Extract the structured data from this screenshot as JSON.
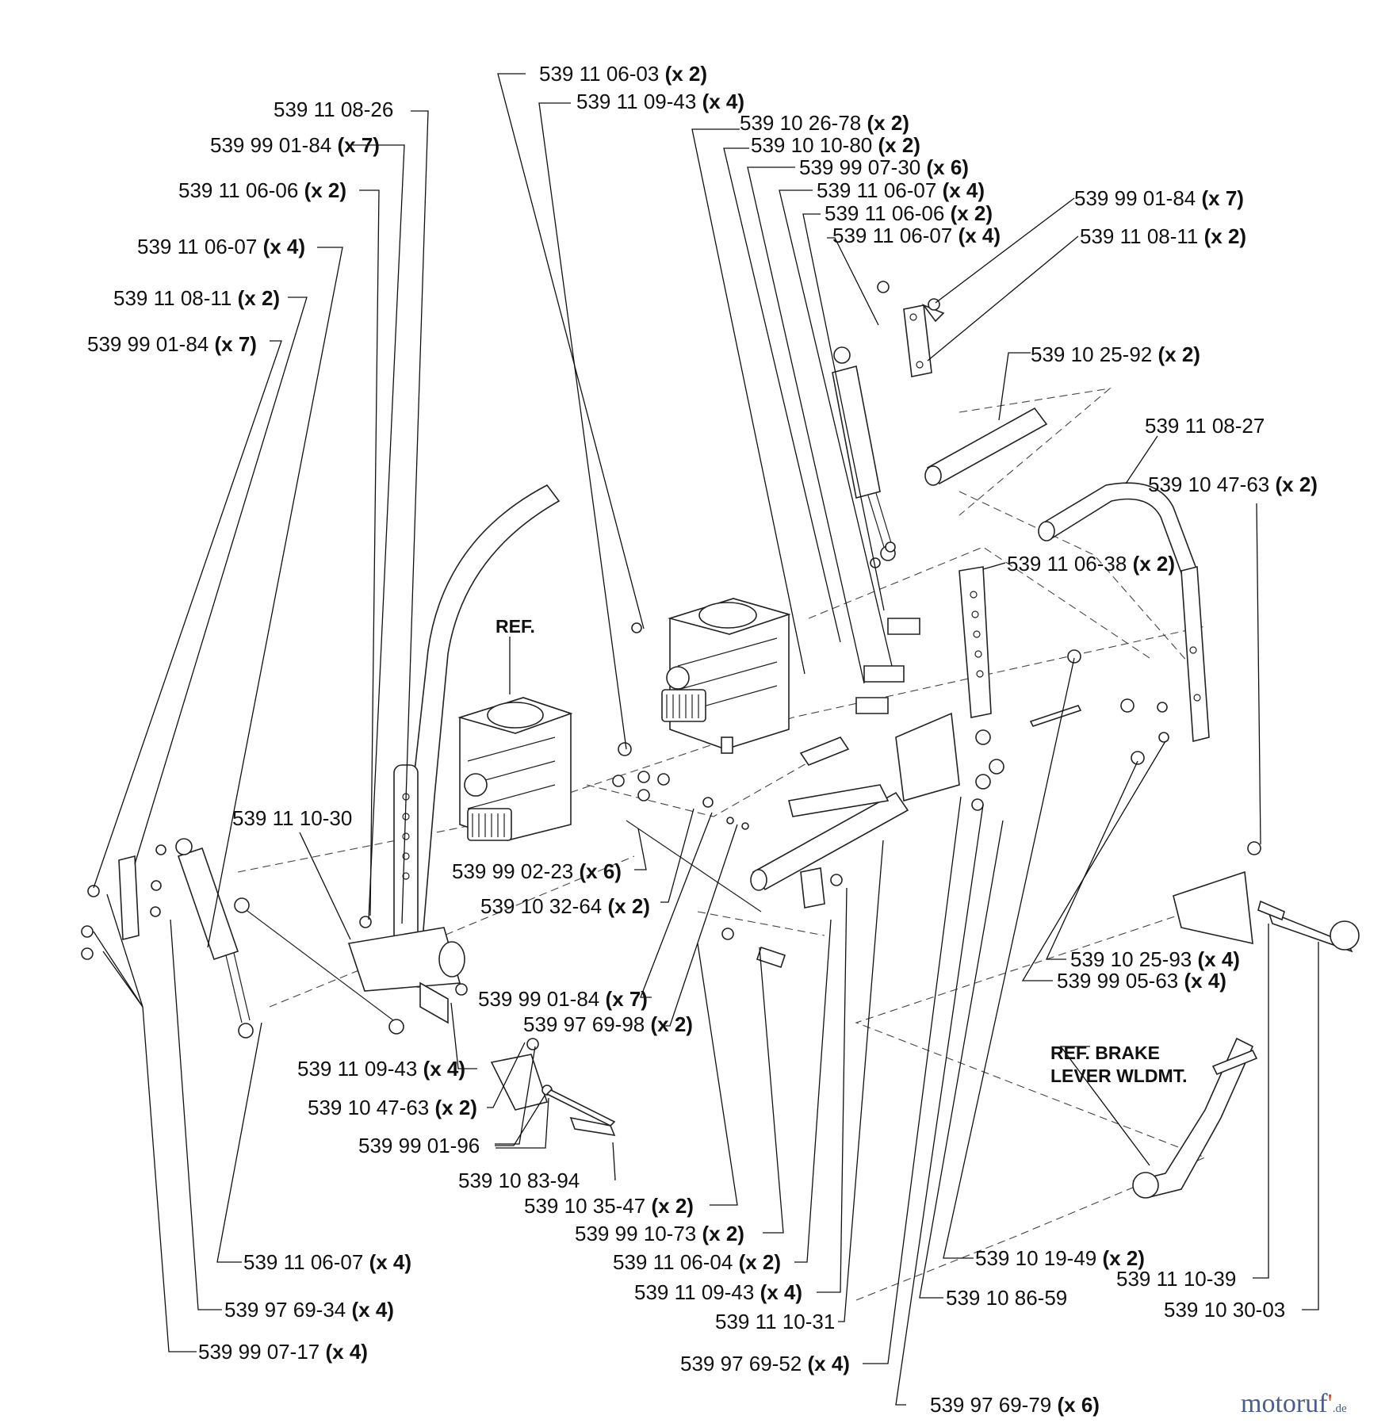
{
  "labels": [
    {
      "number": "539 11 06-03",
      "qty": "(x 2)"
    },
    {
      "number": "539 11 09-43",
      "qty": "(x 4)"
    },
    {
      "number": "539 11 08-26",
      "qty": ""
    },
    {
      "number": "539 10 26-78",
      "qty": "(x 2)"
    },
    {
      "number": "539 10 10-80",
      "qty": "(x 2)"
    },
    {
      "number": "539 99 01-84",
      "qty": "(x 7)"
    },
    {
      "number": "539 99 07-30",
      "qty": "(x 6)"
    },
    {
      "number": "539 11 06-06",
      "qty": "(x 2)"
    },
    {
      "number": "539 11 06-07",
      "qty": "(x 4)"
    },
    {
      "number": "539 11 06-06",
      "qty": "(x 2)"
    },
    {
      "number": "539 99 01-84",
      "qty": "(x 7)"
    },
    {
      "number": "539 11 06-07",
      "qty": "(x 4)"
    },
    {
      "number": "539 11 06-07",
      "qty": "(x 4)"
    },
    {
      "number": "539 11 08-11",
      "qty": "(x 2)"
    },
    {
      "number": "539 11 08-11",
      "qty": "(x 2)"
    },
    {
      "number": "539 99 01-84",
      "qty": "(x 7)"
    },
    {
      "number": "539 10 25-92",
      "qty": "(x 2)"
    },
    {
      "number": "539 11 08-27",
      "qty": ""
    },
    {
      "number": "539 10 47-63",
      "qty": "(x 2)"
    },
    {
      "number": "539 11 06-38",
      "qty": "(x 2)"
    },
    {
      "number": "539 11 10-30",
      "qty": ""
    },
    {
      "number": "539 99 02-23",
      "qty": "(x 6)"
    },
    {
      "number": "539 10 32-64",
      "qty": "(x 2)"
    },
    {
      "number": "539 99 01-84",
      "qty": "(x 7)"
    },
    {
      "number": "539 97 69-98",
      "qty": "(x 2)"
    },
    {
      "number": "539 11 09-43",
      "qty": "(x 4)"
    },
    {
      "number": "539 10 47-63",
      "qty": "(x 2)"
    },
    {
      "number": "539 99 01-96",
      "qty": ""
    },
    {
      "number": "539 10 83-94",
      "qty": ""
    },
    {
      "number": "539 10 35-47",
      "qty": "(x 2)"
    },
    {
      "number": "539 99 10-73",
      "qty": "(x 2)"
    },
    {
      "number": "539 11 06-04",
      "qty": "(x 2)"
    },
    {
      "number": "539 11 09-43",
      "qty": "(x 4)"
    },
    {
      "number": "539 11 10-31",
      "qty": ""
    },
    {
      "number": "539 97 69-52",
      "qty": "(x 4)"
    },
    {
      "number": "539 97 69-79",
      "qty": "(x 6)"
    },
    {
      "number": "539 10 25-93",
      "qty": "(x 4)"
    },
    {
      "number": "539 99 05-63",
      "qty": "(x 4)"
    },
    {
      "number": "539 10 19-49",
      "qty": "(x 2)"
    },
    {
      "number": "539 10 86-59",
      "qty": ""
    },
    {
      "number": "539 11 10-39",
      "qty": ""
    },
    {
      "number": "539 10 30-03",
      "qty": ""
    },
    {
      "number": "539 11 06-07",
      "qty": "(x 4)"
    },
    {
      "number": "539 97 69-34",
      "qty": "(x 4)"
    },
    {
      "number": "539 99 07-17",
      "qty": "(x 4)"
    }
  ],
  "refs": {
    "ref": "REF.",
    "brake_line1": "REF. BRAKE",
    "brake_line2": "LEVER WLDMT."
  },
  "brand": {
    "main": "motoruf",
    "accent": "'",
    "tld": ".de"
  }
}
